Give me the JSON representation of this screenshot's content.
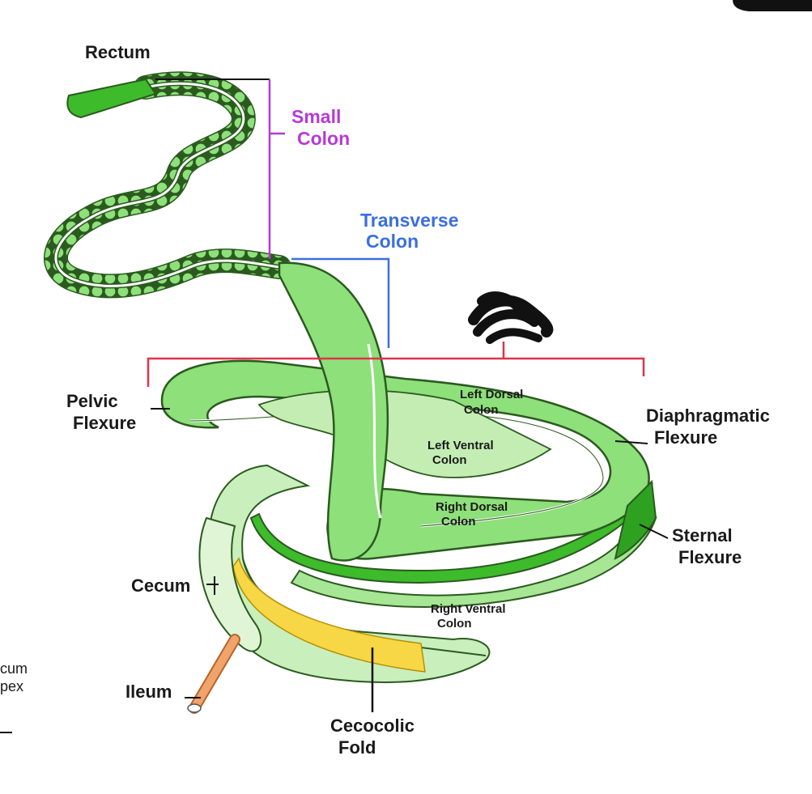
{
  "colors": {
    "gut_light": "#d9f2cf",
    "gut_mid": "#8ee07a",
    "gut_dark": "#3dbb2b",
    "outline": "#2b5a1f",
    "bracket_red": "#e0334a",
    "bracket_purple": "#b63ad6",
    "bracket_blue": "#3a6fe0",
    "fold_yellow": "#f7d746",
    "ileum": "#f0a36a"
  },
  "labels": {
    "rectum": "Rectum",
    "small_colon": [
      "Small",
      "Colon"
    ],
    "transverse_colon": [
      "Transverse",
      "Colon"
    ],
    "pelvic_flexure": [
      "Pelvic",
      "Flexure"
    ],
    "diaphragmatic_flexure": [
      "Diaphragmatic",
      "Flexure"
    ],
    "sternal_flexure": [
      "Sternal",
      "Flexure"
    ],
    "left_dorsal_colon": [
      "Left Dorsal",
      "Colon"
    ],
    "left_ventral_colon": [
      "Left Ventral",
      "Colon"
    ],
    "right_dorsal_colon": [
      "Right Dorsal",
      "Colon"
    ],
    "right_ventral_colon": [
      "Right Ventral",
      "Colon"
    ],
    "cecum": "Cecum",
    "ileum": "Ileum",
    "cecocolic_fold": [
      "Cecocolic",
      "Fold"
    ],
    "cecum_apex_cut": [
      "cum",
      "pex"
    ]
  }
}
